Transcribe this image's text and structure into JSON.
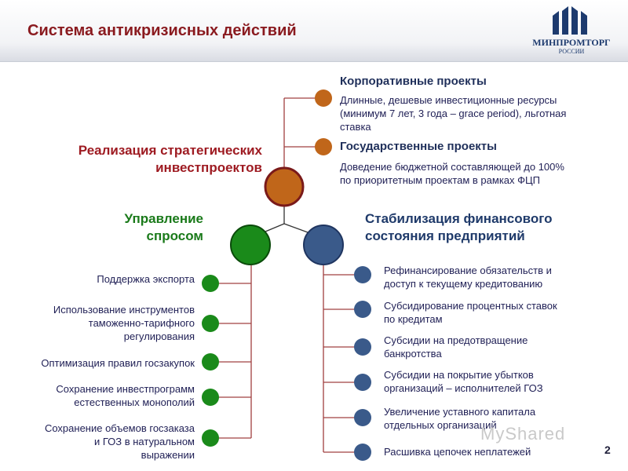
{
  "header": {
    "title": "Система антикризисных действий"
  },
  "logo": {
    "name": "МИНПРОМТОРГ",
    "sub": "РОССИИ"
  },
  "top_branch": {
    "label_line1": "Реализация стратегических",
    "label_line2": "инвестпроектов",
    "items": [
      {
        "title": "Корпоративные проекты",
        "lines": [
          "Длинные, дешевые инвестиционные ресурсы",
          "(минимум 7 лет, 3 года – grace period), льготная",
          "ставка"
        ]
      },
      {
        "title": "Государственные проекты",
        "lines": [
          "Доведение бюджетной составляющей до 100%",
          "по приоритетным проектам в рамках ФЦП"
        ]
      }
    ]
  },
  "left_branch": {
    "label_line1": "Управление",
    "label_line2": "спросом",
    "items": [
      {
        "lines": [
          "Поддержка экспорта"
        ]
      },
      {
        "lines": [
          "Использование инструментов",
          "таможенно-тарифного",
          "регулирования"
        ]
      },
      {
        "lines": [
          "Оптимизация правил госзакупок"
        ]
      },
      {
        "lines": [
          "Сохранение инвестпрограмм",
          "естественных монополий"
        ]
      },
      {
        "lines": [
          "Сохранение объемов госзаказа",
          "и ГОЗ в натуральном",
          "выражении"
        ]
      }
    ]
  },
  "right_branch": {
    "label_line1": "Стабилизация финансового",
    "label_line2": "состояния предприятий",
    "items": [
      {
        "lines": [
          "Рефинансирование обязательств и",
          "доступ к текущему кредитованию"
        ]
      },
      {
        "lines": [
          "Субсидирование процентных ставок",
          "по кредитам"
        ]
      },
      {
        "lines": [
          "Субсидии на предотвращение",
          "банкротства"
        ]
      },
      {
        "lines": [
          "Субсидии на покрытие убытков",
          "организаций – исполнителей ГОЗ"
        ]
      },
      {
        "lines": [
          "Увеличение уставного капитала",
          "отдельных организаций"
        ]
      },
      {
        "lines": [
          "Расшивка цепочек неплатежей"
        ]
      }
    ]
  },
  "watermark": "MyShared",
  "page_number": "2",
  "colors": {
    "title": "#8a1a1f",
    "orange": "#c0661a",
    "green": "#1a8a1a",
    "blue": "#3a5a8a",
    "line": "#a04040"
  }
}
